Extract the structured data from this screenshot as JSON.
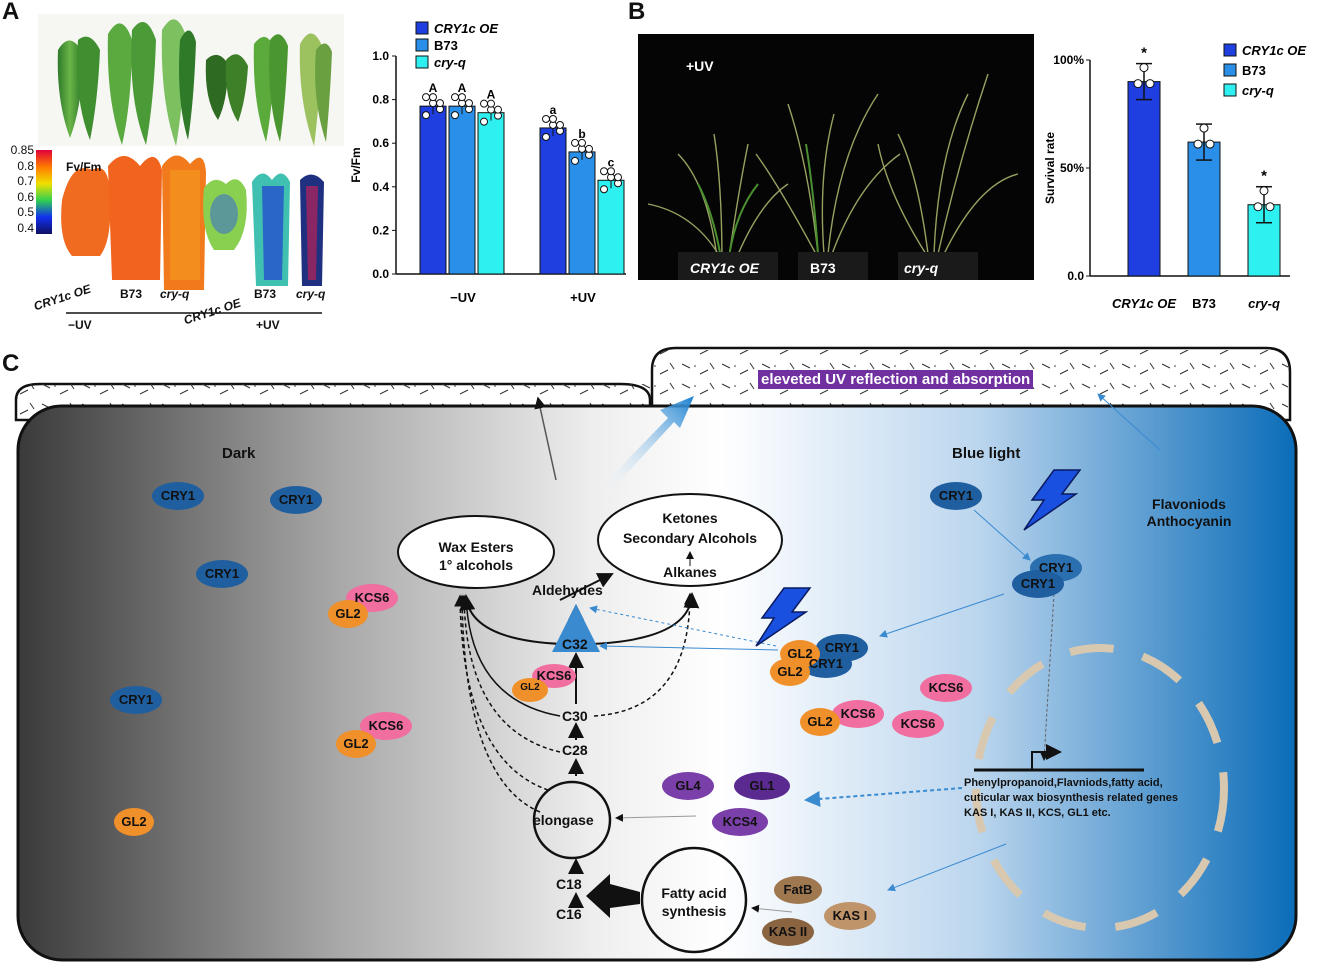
{
  "panel_labels": {
    "a": "A",
    "b": "B",
    "c": "C"
  },
  "panel_a": {
    "fvfm_label": "Fv/Fm",
    "colorbar_ticks": [
      "0.85",
      "0.8",
      "0.7",
      "0.6",
      "0.5",
      "0.4"
    ],
    "genotypes": [
      "CRY1c OE",
      "B73",
      "cry-q",
      "CRY1c OE",
      "B73",
      "cry-q"
    ],
    "condition_minus": "−UV",
    "condition_plus": "+UV"
  },
  "chart_data": [
    {
      "type": "bar",
      "ylabel": "Fv/Fm",
      "ylim": [
        0,
        1.0
      ],
      "yticks": [
        "0.0",
        "0.2",
        "0.4",
        "0.6",
        "0.8",
        "1.0"
      ],
      "categories": [
        "−UV",
        "+UV"
      ],
      "series": [
        {
          "name": "CRY1c OE",
          "color": "#1f3fe0",
          "values": [
            0.77,
            0.67
          ],
          "letters": [
            "A",
            "a"
          ]
        },
        {
          "name": "B73",
          "color": "#2a8fe8",
          "values": [
            0.77,
            0.56
          ],
          "letters": [
            "A",
            "b"
          ]
        },
        {
          "name": "cry-q",
          "color": "#2ff0f0",
          "values": [
            0.74,
            0.43
          ],
          "letters": [
            "A",
            "c"
          ]
        }
      ],
      "legend_position": "top"
    },
    {
      "type": "bar",
      "ylabel": "Survival rate",
      "ylim": [
        0,
        100
      ],
      "yticks": [
        "0.0",
        "50%",
        "100%"
      ],
      "categories": [
        "CRY1c OE",
        "B73",
        "cry-q"
      ],
      "values": [
        90,
        62,
        33
      ],
      "colors": [
        "#1f3fe0",
        "#2a8fe8",
        "#2ff0f0"
      ],
      "significance": [
        "*",
        "",
        "*"
      ],
      "legend": [
        "CRY1c OE",
        "B73",
        "cry-q"
      ],
      "legend_position": "top-right"
    }
  ],
  "panel_b": {
    "photo_condition": "+UV",
    "photo_labels": [
      "CRY1c OE",
      "B73",
      "cry-q"
    ]
  },
  "panel_c": {
    "banner": "eleveted UV reflection and absorption",
    "dark": "Dark",
    "blue_light": "Blue light",
    "flavonoids": [
      "Flavoniods",
      "Anthocyanin"
    ],
    "wax_esters": [
      "Wax Esters",
      "1° alcohols"
    ],
    "ketones": [
      "Ketones",
      "Secondary Alcohols",
      "Alkanes"
    ],
    "aldehydes": "Aldehydes",
    "chain": [
      "C32",
      "C30",
      "C28",
      "C18",
      "C16"
    ],
    "elongase": "elongase",
    "fatty_acid": [
      "Fatty acid",
      "synthesis"
    ],
    "genes_text": [
      "Phenylpropanoid,Flavniods,fatty acid,",
      "cuticular wax biosynthesis related genes",
      "KAS I, KAS II, KCS, GL1 etc."
    ],
    "proteins": {
      "cry1": "CRY1",
      "kcs6": "KCS6",
      "gl2": "GL2",
      "gl4": "GL4",
      "gl1": "GL1",
      "kcs4": "KCS4",
      "fatb": "FatB",
      "kas1": "KAS I",
      "kas2": "KAS II"
    },
    "colors": {
      "cry1": "#1f5fa0",
      "kcs6": "#f06ea0",
      "gl2": "#f0902a",
      "gl_purple": "#7a3fa8",
      "kas": "#a07850",
      "banner": "#7030a0"
    }
  }
}
